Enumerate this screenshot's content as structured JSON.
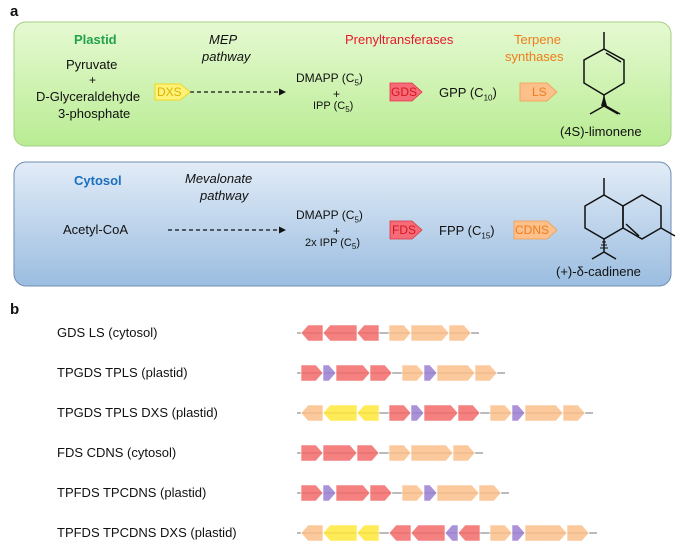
{
  "panel_a": {
    "label": "a",
    "plastid": {
      "title": "Plastid",
      "substrate_line1": "Pyruvate",
      "substrate_plus": "+",
      "substrate_line2": "D-Glyceraldehyde",
      "substrate_line3": "3-phosphate",
      "enzyme1": "DXS",
      "pathway_line1": "MEP",
      "pathway_line2": "pathway",
      "prenyl_header": "Prenyltransferases",
      "terpene_header_line1": "Terpene",
      "terpene_header_line2": "synthases",
      "dmapp": "DMAPP (C",
      "dmapp_sub": "5",
      "plus": "+",
      "ipp": "IPP (C",
      "ipp_sub": "5",
      "enzyme2": "GDS",
      "product": "GPP (C",
      "product_sub": "10",
      "enzyme3": "LS",
      "final": "(4S)-limonene"
    },
    "cytosol": {
      "title": "Cytosol",
      "substrate": "Acetyl-CoA",
      "pathway_line1": "Mevalonate",
      "pathway_line2": "pathway",
      "dmapp": "DMAPP (C",
      "dmapp_sub": "5",
      "plus": "+",
      "ipp": "2x IPP (C",
      "ipp_sub": "5",
      "enzyme2": "FDS",
      "product": "FPP (C",
      "product_sub": "15",
      "enzyme3": "CDNS",
      "final": "(+)-δ-cadinene"
    }
  },
  "panel_b": {
    "label": "b",
    "constructs": [
      {
        "name": "GDS LS (cytosol)",
        "parts": [
          {
            "type": "OT",
            "dir": "left"
          },
          {
            "type": "GDS",
            "dir": "left"
          },
          {
            "type": "OP",
            "dir": "left"
          },
          {
            "type": "gap"
          },
          {
            "type": "NP",
            "dir": "right"
          },
          {
            "type": "LS",
            "dir": "right"
          },
          {
            "type": "GT",
            "dir": "right"
          }
        ]
      },
      {
        "name": "TPGDS TPLS (plastid)",
        "parts": [
          {
            "type": "OP",
            "dir": "right"
          },
          {
            "type": "TP",
            "dir": "right"
          },
          {
            "type": "GDS",
            "dir": "right"
          },
          {
            "type": "OT",
            "dir": "right"
          },
          {
            "type": "gap"
          },
          {
            "type": "NP",
            "dir": "right"
          },
          {
            "type": "TP",
            "dir": "right"
          },
          {
            "type": "LS",
            "dir": "right"
          },
          {
            "type": "GT",
            "dir": "right"
          }
        ]
      },
      {
        "name": "TPGDS TPLS DXS (plastid)",
        "parts": [
          {
            "type": "GT",
            "dir": "left"
          },
          {
            "type": "DXS",
            "dir": "left"
          },
          {
            "type": "GP",
            "dir": "left"
          },
          {
            "type": "gap"
          },
          {
            "type": "OP",
            "dir": "right"
          },
          {
            "type": "TP",
            "dir": "right"
          },
          {
            "type": "GDS",
            "dir": "right"
          },
          {
            "type": "OT",
            "dir": "right"
          },
          {
            "type": "gap"
          },
          {
            "type": "NP",
            "dir": "right"
          },
          {
            "type": "TP",
            "dir": "right"
          },
          {
            "type": "LS",
            "dir": "right"
          },
          {
            "type": "GT",
            "dir": "right"
          }
        ]
      },
      {
        "name": "FDS CDNS (cytosol)",
        "parts": [
          {
            "type": "OP",
            "dir": "right"
          },
          {
            "type": "FDS",
            "dir": "right"
          },
          {
            "type": "OT",
            "dir": "right"
          },
          {
            "type": "gap"
          },
          {
            "type": "NP",
            "dir": "right"
          },
          {
            "type": "CDNS",
            "dir": "right"
          },
          {
            "type": "GT",
            "dir": "right"
          }
        ]
      },
      {
        "name": "TPFDS TPCDNS (plastid)",
        "parts": [
          {
            "type": "OP",
            "dir": "right"
          },
          {
            "type": "TP",
            "dir": "right"
          },
          {
            "type": "FDS",
            "dir": "right"
          },
          {
            "type": "OT",
            "dir": "right"
          },
          {
            "type": "gap"
          },
          {
            "type": "NP",
            "dir": "right"
          },
          {
            "type": "TP",
            "dir": "right"
          },
          {
            "type": "CDNS",
            "dir": "right"
          },
          {
            "type": "GT",
            "dir": "right"
          }
        ]
      },
      {
        "name": "TPFDS TPCDNS DXS (plastid)",
        "parts": [
          {
            "type": "GT",
            "dir": "left"
          },
          {
            "type": "DXS",
            "dir": "left"
          },
          {
            "type": "GP",
            "dir": "left"
          },
          {
            "type": "gap"
          },
          {
            "type": "OT",
            "dir": "left"
          },
          {
            "type": "FDS",
            "dir": "left"
          },
          {
            "type": "TP",
            "dir": "left"
          },
          {
            "type": "OP",
            "dir": "left"
          },
          {
            "type": "gap"
          },
          {
            "type": "NP",
            "dir": "right"
          },
          {
            "type": "TP",
            "dir": "right"
          },
          {
            "type": "CDNS",
            "dir": "right"
          },
          {
            "type": "GT",
            "dir": "right"
          }
        ]
      }
    ]
  },
  "colors": {
    "plastid_title": "#22a34a",
    "cytosol_title": "#1a6fc0",
    "prenyl_header": "#e8192c",
    "terpene_header": "#f07c1a",
    "red_part": "#f26a6a",
    "red_text": "#d8141f",
    "orange_part": "#fbc08c",
    "orange_text": "#f07c1a",
    "yellow_part": "#ffe73a",
    "yellow_text": "#d9b400",
    "purple_part": "#9a7fd0",
    "purple_text": "#4a2c8a"
  }
}
